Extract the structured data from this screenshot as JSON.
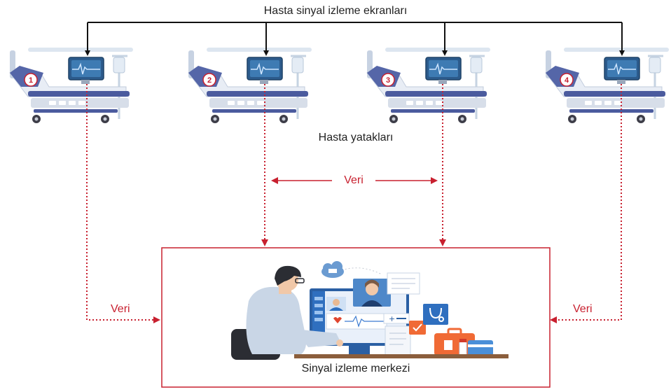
{
  "diagram": {
    "top_label": "Hasta sinyal izleme ekranları",
    "beds_label": "Hasta yatakları",
    "center_label": "Sinyal izleme merkezi",
    "flow_labels": {
      "middle": "Veri",
      "left": "Veri",
      "right": "Veri"
    },
    "beds": [
      {
        "number": "1"
      },
      {
        "number": "2"
      },
      {
        "number": "3"
      },
      {
        "number": "4"
      }
    ],
    "colors": {
      "accent_red": "#c8202f",
      "connector_black": "#111111",
      "bed_frame": "#4b5b9e",
      "bed_light": "#d7dee9",
      "monitor": "#2c5b8c",
      "screen_line": "#cfe6ff"
    },
    "icons": [
      "hospital-bed-icon",
      "patient-monitor-icon",
      "iv-drip-icon",
      "operator-at-workstation-icon",
      "stethoscope-icon",
      "medical-kit-icon",
      "cloud-icon"
    ]
  }
}
